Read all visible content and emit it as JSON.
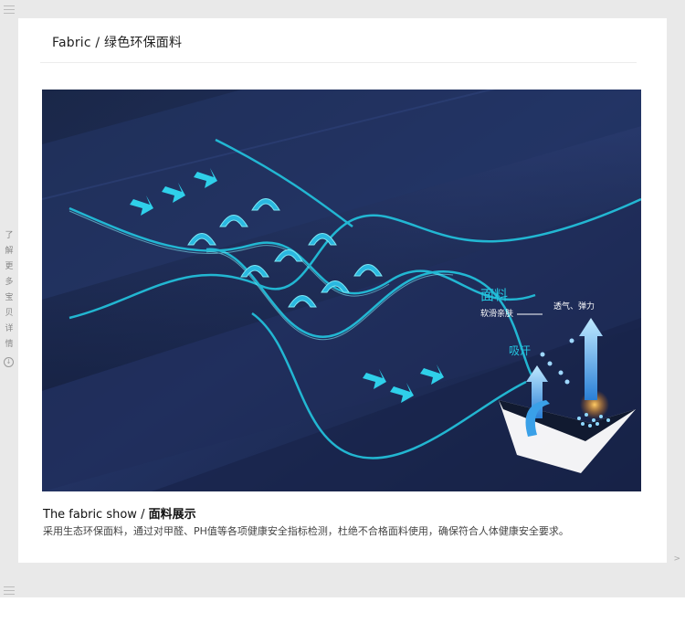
{
  "section": {
    "title": "Fabric / 绿色环保面料"
  },
  "sidebar": {
    "vertical_text": [
      "了",
      "解",
      "更",
      "多",
      "宝",
      "贝",
      "详",
      "情"
    ],
    "circle_icon_glyph": "↓"
  },
  "photo": {
    "label_fabric": "面料",
    "label_soft": "软滑亲肤",
    "label_breathable": "透气、弹力",
    "label_absorb": "吸汗",
    "accent_color": "#23c6e0",
    "fabric_color": "#1c2a4e"
  },
  "caption": {
    "title_en": "The fabric show / ",
    "title_cn": "面料展示",
    "description": "采用生态环保面料，通过对甲醛、PH值等各项健康安全指标检测，杜绝不合格面料使用，确保符合人体健康安全要求。"
  },
  "right_arrow": ">"
}
